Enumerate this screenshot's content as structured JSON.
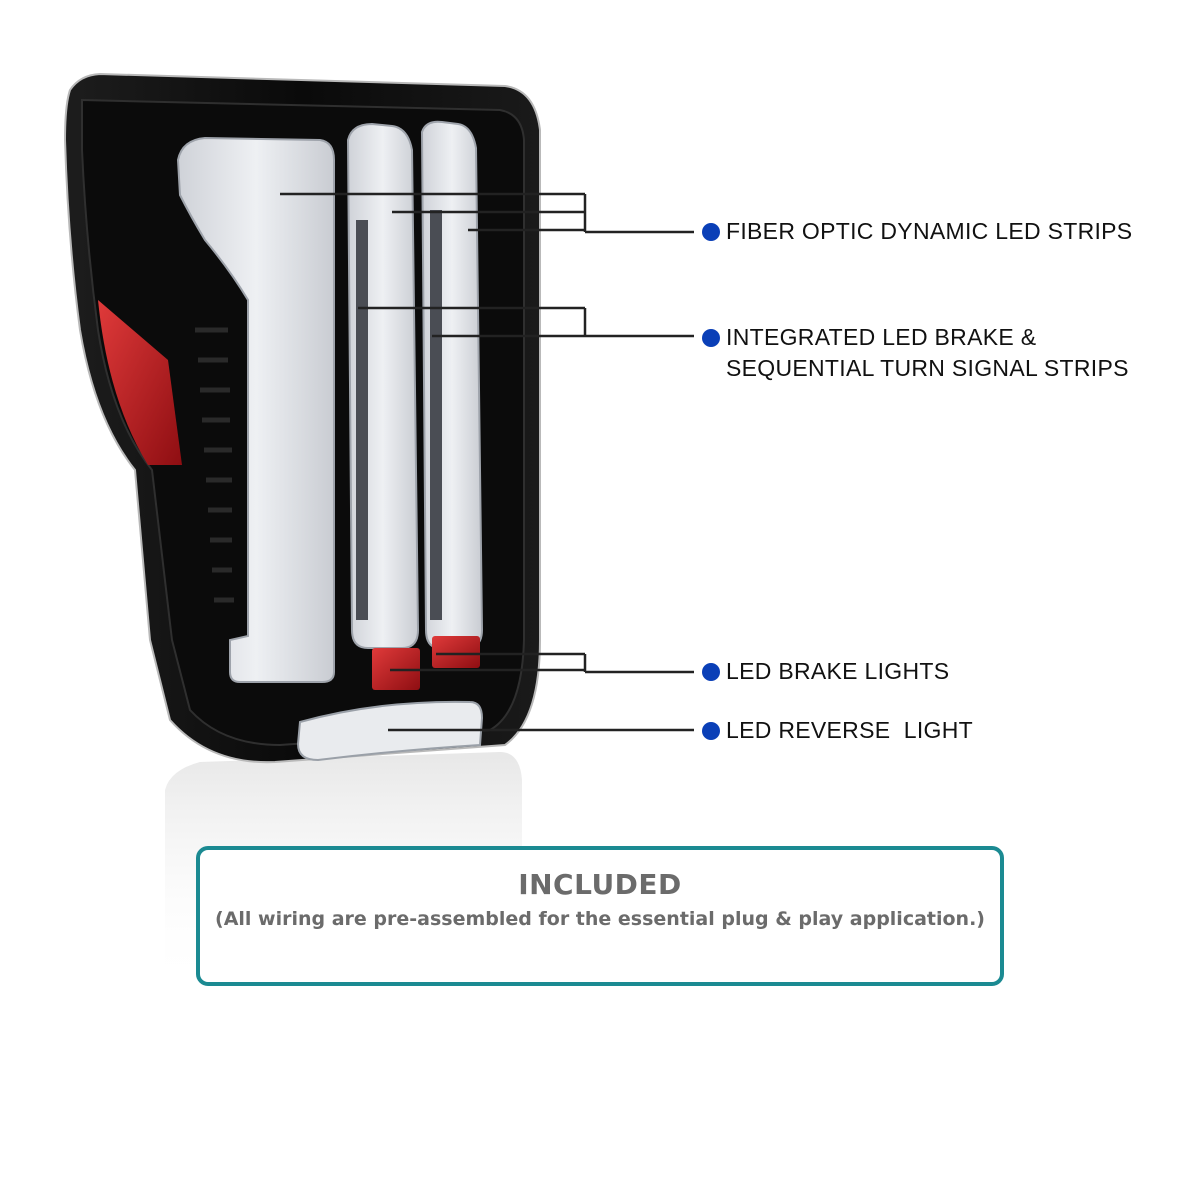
{
  "callouts": [
    {
      "lines": [
        "FIBER OPTIC DYNAMIC LED STRIPS"
      ],
      "bullet_icon": "bullet-dot-icon"
    },
    {
      "lines": [
        "INTEGRATED LED BRAKE &",
        "SEQUENTIAL TURN SIGNAL STRIPS"
      ],
      "bullet_icon": "bullet-dot-icon"
    },
    {
      "lines": [
        "LED BRAKE LIGHTS"
      ],
      "bullet_icon": "bullet-dot-icon"
    },
    {
      "lines": [
        "LED REVERSE  LIGHT"
      ],
      "bullet_icon": "bullet-dot-icon"
    }
  ],
  "included": {
    "title": "INCLUDED",
    "subtitle": "(All wiring are pre-assembled for the essential plug & play application.)"
  },
  "colors": {
    "bullet": "#0a3fb7",
    "box_border": "#1b8a92",
    "included_text": "#6b6b6b",
    "housing": "#0d0d0d",
    "reflector": "#c81e1e",
    "light_bar": "#e6e8ec"
  }
}
